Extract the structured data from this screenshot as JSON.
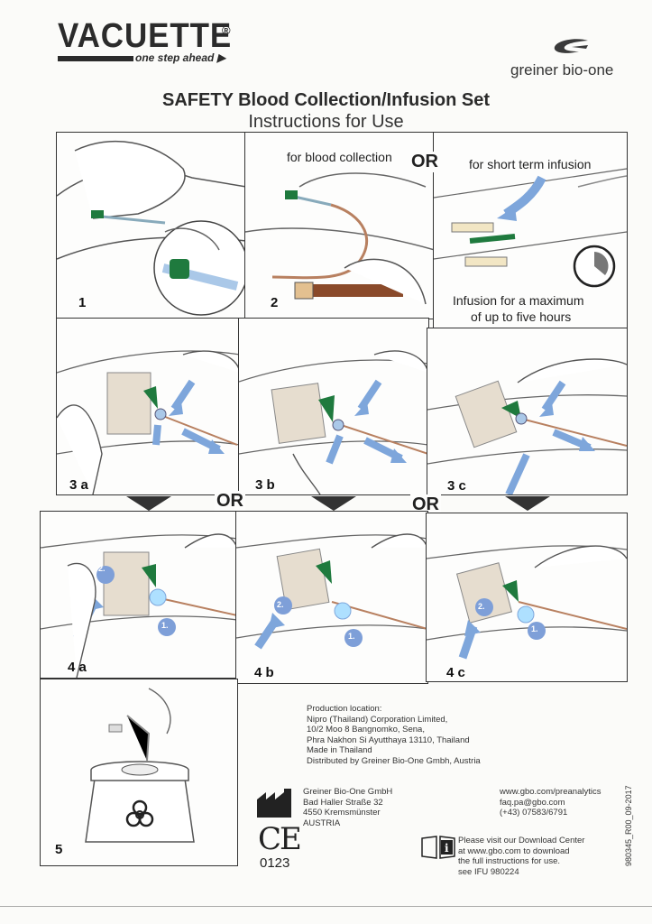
{
  "header": {
    "brand": "VACUETTE",
    "brand_reg": "®",
    "tagline": "one step ahead ▶",
    "company": "greiner bio-one"
  },
  "title": {
    "main": "SAFETY Blood Collection/Infusion Set",
    "sub": "Instructions for Use"
  },
  "steps": {
    "s1": "1",
    "s2": "2",
    "s3a": "3 a",
    "s3b": "3 b",
    "s3c": "3 c",
    "s4a": "4 a",
    "s4b": "4 b",
    "s4c": "4 c",
    "s5": "5"
  },
  "labels": {
    "blood_collection": "for blood collection",
    "or": "OR",
    "short_term_infusion": "for short term infusion",
    "infusion_limit_1": "Infusion for a maximum",
    "infusion_limit_2": "of up to five hours",
    "marker_1": "1.",
    "marker_2": "2."
  },
  "production": {
    "line1": "Production location:",
    "line2": "Nipro (Thailand) Corporation Limited,",
    "line3": "10/2 Moo 8 Bangnomko, Sena,",
    "line4": "Phra Nakhon Si Ayutthaya 13110, Thailand",
    "line5": "Made in Thailand",
    "line6": "Distributed by Greiner Bio-One Gmbh, Austria"
  },
  "manufacturer": {
    "line1": "Greiner Bio-One GmbH",
    "line2": "Bad Haller Straße 32",
    "line3": "4550 Kremsmünster",
    "line4": "AUSTRIA"
  },
  "contact": {
    "web": "www.gbo.com/preanalytics",
    "email": "faq.pa@gbo.com",
    "phone": "(+43) 07583/6791"
  },
  "ce": {
    "mark": "CE",
    "number": "0123"
  },
  "download": {
    "line1": "Please visit our Download Center",
    "line2": "at www.gbo.com to download",
    "line3": "the full instructions for use.",
    "line4": "see IFU 980224"
  },
  "doc_code": "980345_R00_09-2017",
  "colors": {
    "green": "#1f7a3e",
    "arrow_blue": "#7ea6db",
    "marker_blue": "#7e9fd8",
    "tube_brown": "#8a4a2a",
    "ink": "#2b2b2b"
  }
}
